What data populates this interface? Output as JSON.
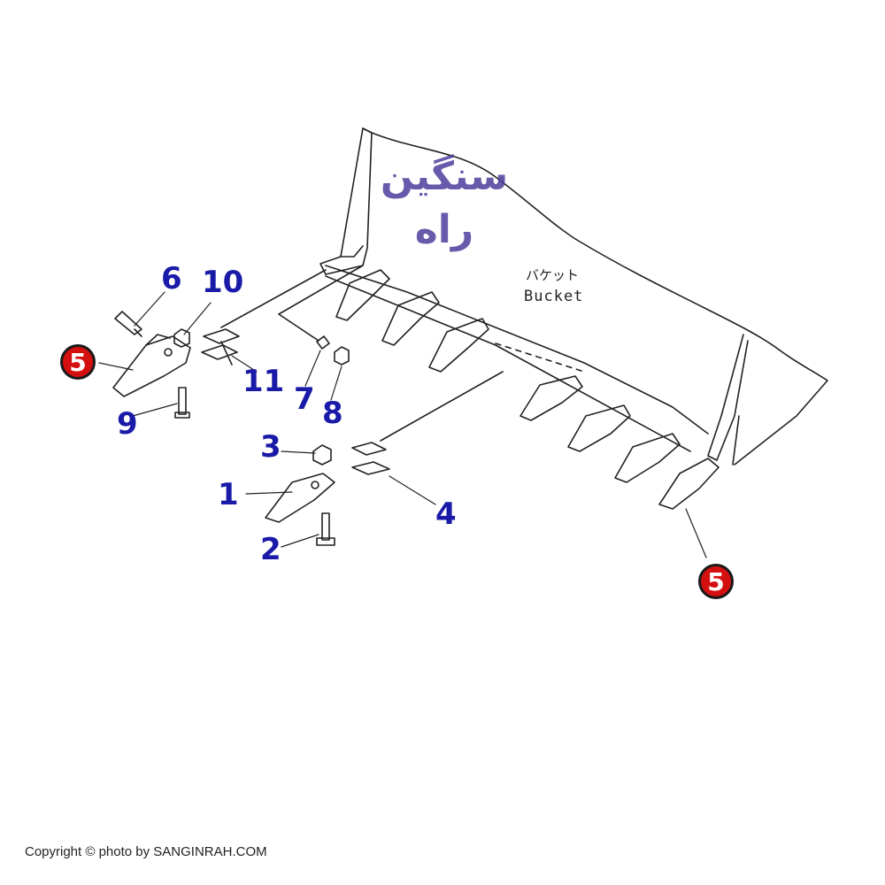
{
  "logo": {
    "text": "سنگین راه"
  },
  "bucket": {
    "label_jp": "バケット",
    "label_en": "Bucket"
  },
  "callouts": {
    "c1": "1",
    "c2": "2",
    "c3": "3",
    "c4": "4",
    "c5a": "5",
    "c5b": "5",
    "c6": "6",
    "c7": "7",
    "c8": "8",
    "c9": "9",
    "c10": "10",
    "c11": "11"
  },
  "colors": {
    "callout_text": "#1a1aa8",
    "highlight_badge": "#d40f0f",
    "logo": "#4b3f9c",
    "line": "#222222"
  },
  "footer": {
    "copyright": "Copyright © photo by SANGINRAH.COM"
  }
}
